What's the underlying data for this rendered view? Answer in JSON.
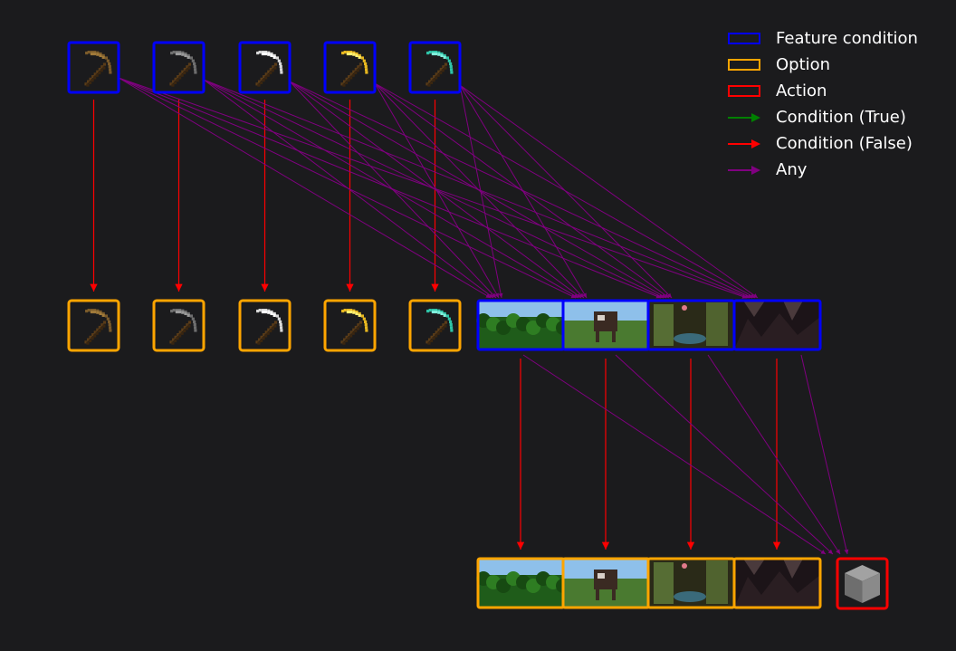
{
  "legend": {
    "items": [
      {
        "label": "Feature condition",
        "kind": "box",
        "color": "#0000ff",
        "icon": "feature-condition-swatch"
      },
      {
        "label": "Option",
        "kind": "box",
        "color": "#ffa500",
        "icon": "option-swatch"
      },
      {
        "label": "Action",
        "kind": "box",
        "color": "#ff0000",
        "icon": "action-swatch"
      },
      {
        "label": "Condition (True)",
        "kind": "arrow",
        "color": "#008000",
        "icon": "condition-true-arrow-icon"
      },
      {
        "label": "Condition (False)",
        "kind": "arrow",
        "color": "#ff0000",
        "icon": "condition-false-arrow-icon"
      },
      {
        "label": "Any",
        "kind": "arrow",
        "color": "#800080",
        "icon": "any-arrow-icon"
      }
    ]
  },
  "colors": {
    "feature_condition": "#0000ff",
    "option": "#ffa500",
    "action": "#ff0000",
    "condition_false": "#ff0000",
    "any": "#800080",
    "background": "#1b1b1d"
  },
  "nodes": {
    "pickaxes": [
      {
        "name": "wooden-pickaxe",
        "head": "#7a5a2a",
        "head_hi": "#a07a3a"
      },
      {
        "name": "stone-pickaxe",
        "head": "#6e6e6e",
        "head_hi": "#9a9a9a"
      },
      {
        "name": "iron-pickaxe",
        "head": "#d8d8d8",
        "head_hi": "#ffffff"
      },
      {
        "name": "golden-pickaxe",
        "head": "#e8b820",
        "head_hi": "#fff070"
      },
      {
        "name": "diamond-pickaxe",
        "head": "#2fc4a8",
        "head_hi": "#7ff0dc"
      }
    ],
    "scenes": [
      {
        "name": "forest-scene",
        "sky": "#8ec0ea",
        "ground": "#1f5c1a",
        "accent": "#2e7d22"
      },
      {
        "name": "plains-cow-scene",
        "sky": "#8ec0ea",
        "ground": "#4a7a30",
        "accent": "#3a2a22"
      },
      {
        "name": "lush-cave-scene",
        "sky": "#2a2a18",
        "ground": "#3a4a2a",
        "accent": "#6a8a40"
      },
      {
        "name": "dark-cave-scene",
        "sky": "#1c1418",
        "ground": "#2a1e22",
        "accent": "#4a3a3c"
      }
    ],
    "action": {
      "name": "stone-block",
      "face": "#8a8a8a",
      "top": "#a2a2a2",
      "side": "#6e6e6e"
    }
  },
  "edges": {
    "pickaxe_to_option": "condition_false",
    "pickaxe_to_scene_condition": "any",
    "scene_condition_to_scene_option": "condition_false",
    "scene_condition_to_action": "any"
  }
}
